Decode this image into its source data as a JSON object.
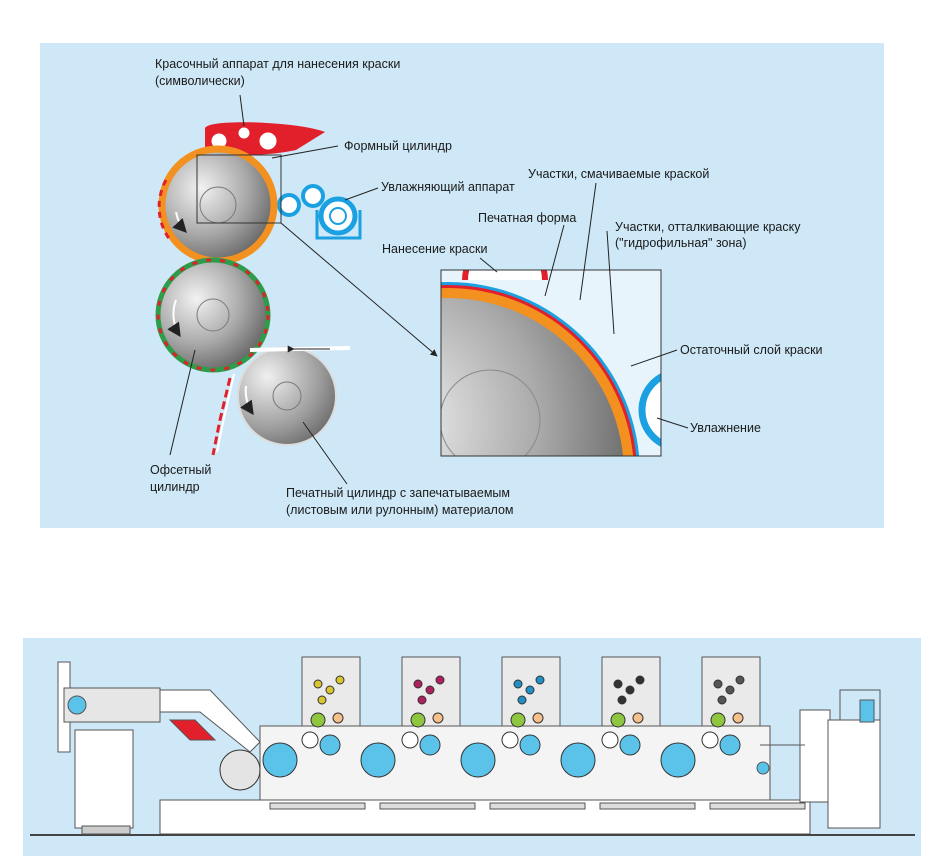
{
  "top_diagram": {
    "labels": {
      "ink_unit_line1": "Красочный аппарат для нанесения краски",
      "ink_unit_line2": "(символически)",
      "plate_cylinder": "Формный цилиндр",
      "dampening_unit": "Увлажняющий аппарат",
      "ink_receptive_areas": "Участки, смачиваемые краской",
      "printing_plate": "Печатная форма",
      "ink_repellent_line1": "Участки, отталкивающие краску",
      "ink_repellent_line2": "(\"гидрофильная\" зона)",
      "inking": "Нанесение краски",
      "residual_ink": "Остаточный слой краски",
      "dampening": "Увлажнение",
      "blanket_line1": "Офсетный",
      "blanket_line2": "цилиндр",
      "impression_line1": "Печатный цилиндр с запечатываемым",
      "impression_line2": "(листовым или рулонным) материалом"
    }
  },
  "colors": {
    "panel_bg": "#cfe8f7",
    "ink_red": "#e2202b",
    "plate_orange": "#f39120",
    "water_blue": "#1ba1e2",
    "blanket_green": "#2e9c4a",
    "machine_blue": "#5bc3ea",
    "cylinder_light": "#e4e4e4",
    "cylinder_dark": "#6e6e6e",
    "unit_yellow": "#d9c531",
    "unit_magenta": "#b0205e",
    "unit_cyan": "#2090c8",
    "unit_black": "#333333",
    "unit_grey": "#555555"
  }
}
